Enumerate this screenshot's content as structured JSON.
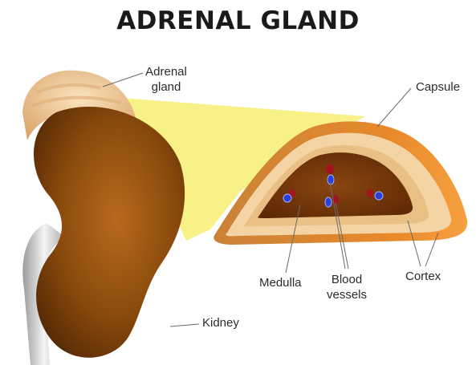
{
  "title": "ADRENAL GLAND",
  "labels": {
    "adrenal_gland_line1": "Adrenal",
    "adrenal_gland_line2": "gland",
    "capsule": "Capsule",
    "medulla": "Medulla",
    "blood_vessels_line1": "Blood",
    "blood_vessels_line2": "vessels",
    "cortex": "Cortex",
    "kidney": "Kidney"
  },
  "colors": {
    "kidney": "#8a4a0c",
    "adrenal": "#f2c890",
    "highlight": "#f7ef7a",
    "capsule": "#e8892a",
    "cortex": "#f4d3a4",
    "medulla": "#6e3206",
    "vessel_blue": "#2a3fd8",
    "vessel_red": "#a3141e"
  }
}
